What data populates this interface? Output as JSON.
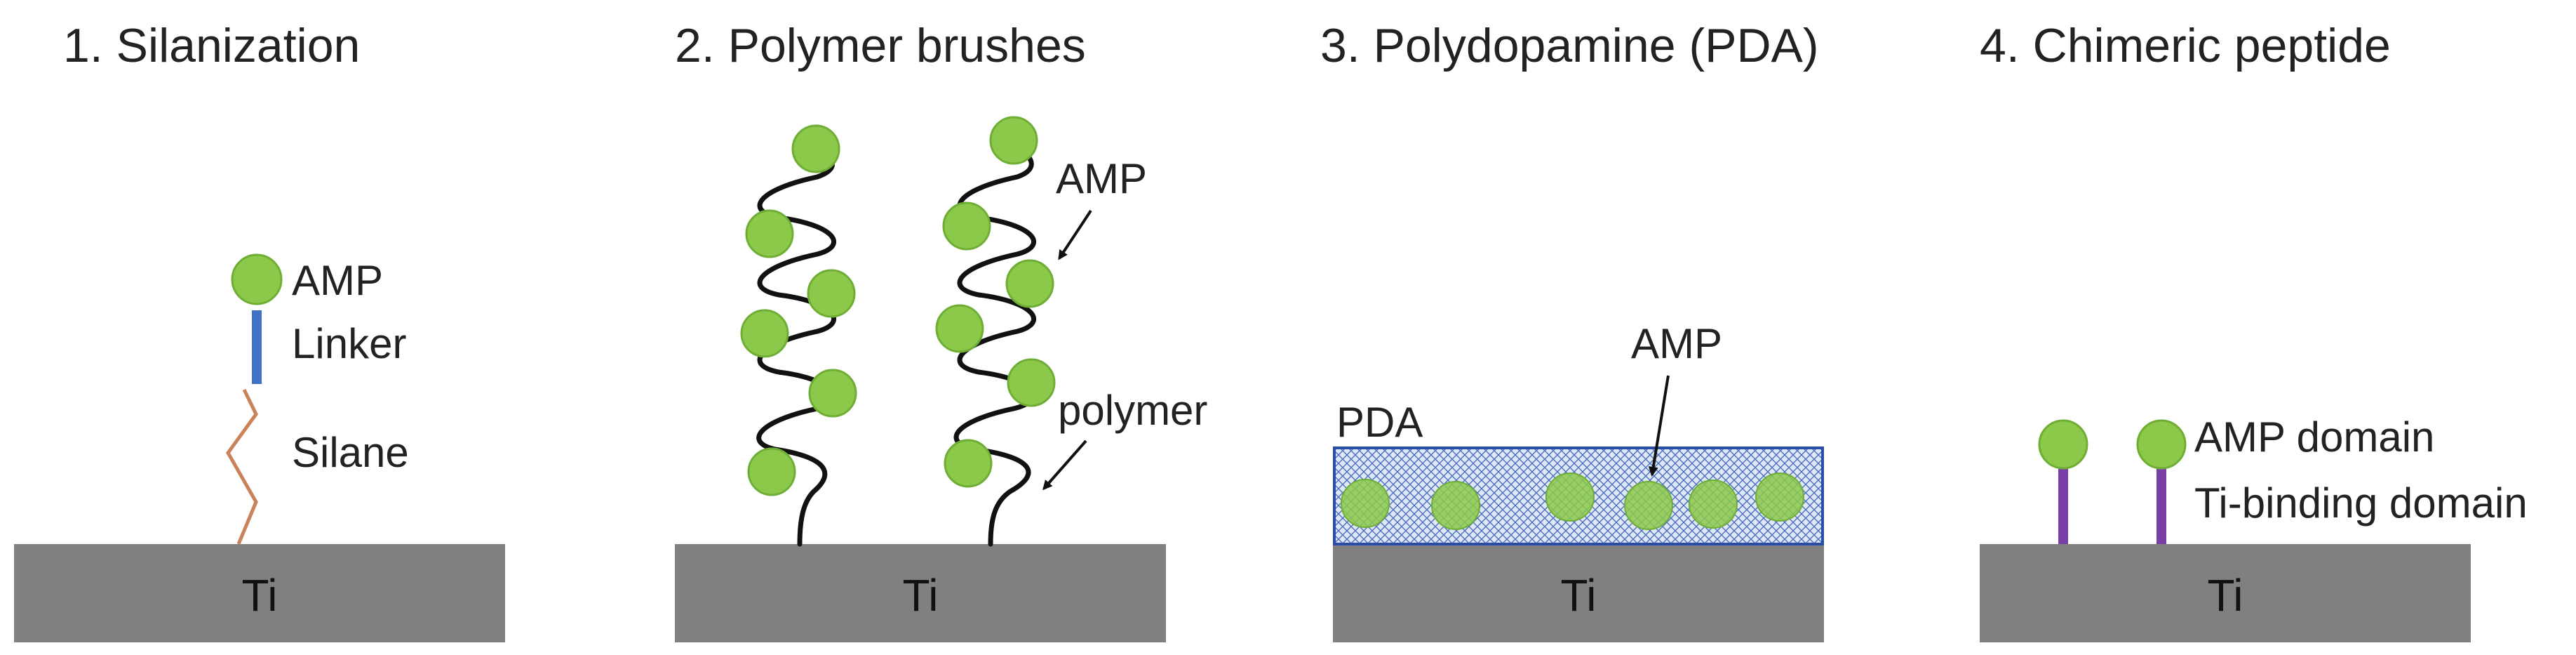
{
  "colors": {
    "substrate": "#808080",
    "amp": "#8cc94a",
    "amp_stroke": "#6fae34",
    "linker": "#3f72c4",
    "silane": "#c9825a",
    "polymer": "#111111",
    "pda_border": "#2a4ea6",
    "pda_fill": "#c9d8f0",
    "ti_binding": "#7a3fa6"
  },
  "panels": [
    {
      "title": "1. Silanization",
      "substrate_label": "Ti",
      "labels": {
        "amp": "AMP",
        "linker": "Linker",
        "silane": "Silane"
      }
    },
    {
      "title": "2. Polymer brushes",
      "substrate_label": "Ti",
      "labels": {
        "amp": "AMP",
        "polymer": "polymer"
      }
    },
    {
      "title": "3. Polydopamine (PDA)",
      "substrate_label": "Ti",
      "labels": {
        "pda": "PDA",
        "amp": "AMP"
      }
    },
    {
      "title": "4. Chimeric peptide",
      "substrate_label": "Ti",
      "labels": {
        "amp_domain": "AMP domain",
        "ti_binding": "Ti-binding domain"
      }
    }
  ]
}
